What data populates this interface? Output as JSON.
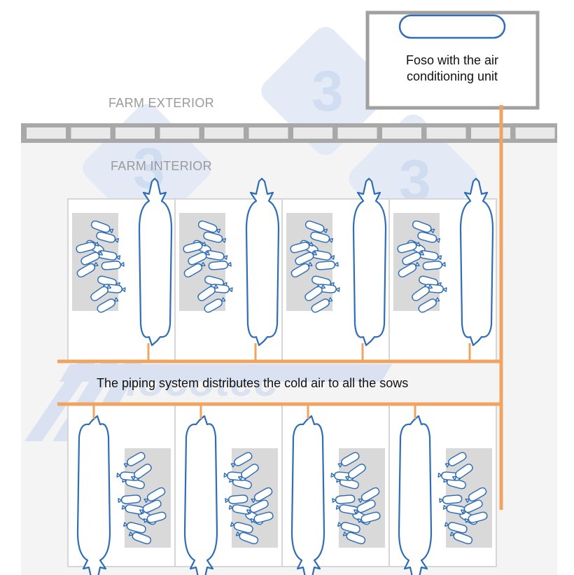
{
  "labels": {
    "farm_exterior": "FARM EXTERIOR",
    "farm_interior": "FARM INTERIOR",
    "unit_line1": "Foso with the air",
    "unit_line2": "conditioning unit",
    "piping_caption": "The piping system distributes the cold air to all the sows"
  },
  "watermark": {
    "digit": "3",
    "brand": "iocotec"
  },
  "crates": {
    "top_row_count": 4,
    "bottom_row_count": 4
  },
  "colors": {
    "pipe": "#f0a462",
    "wall": "#a8a8a8",
    "wall_block": "#e9e9e9",
    "pig_outline": "#2f6db5",
    "crate_frame": "#d6d6d6",
    "piglet_area": "#d9d9d9",
    "interior_bg": "#f4f4f4",
    "unit_frame": "#a0a0a0"
  }
}
